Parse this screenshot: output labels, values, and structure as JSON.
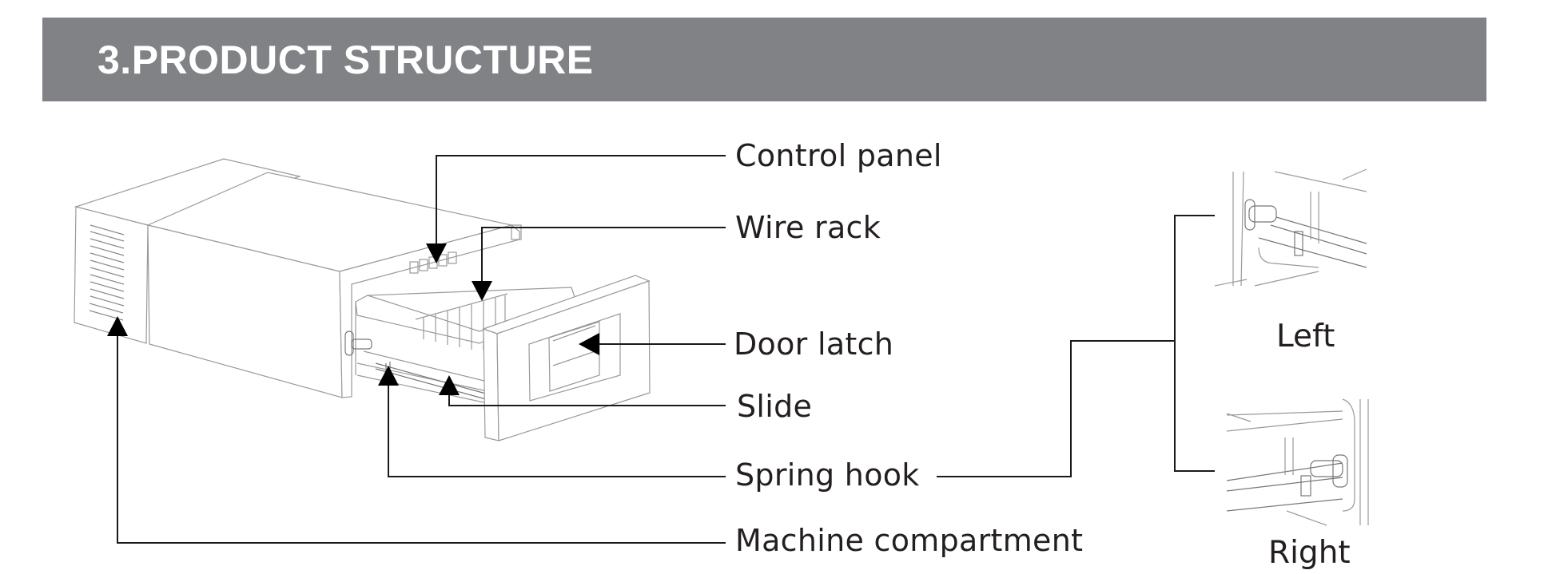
{
  "section": {
    "title": "3.PRODUCT STRUCTURE",
    "header_color": "#818285",
    "title_color": "#ffffff"
  },
  "parts": [
    {
      "id": "control-panel",
      "label": "Control panel"
    },
    {
      "id": "wire-rack",
      "label": "Wire rack"
    },
    {
      "id": "door-latch",
      "label": "Door latch"
    },
    {
      "id": "slide",
      "label": "Slide"
    },
    {
      "id": "spring-hook",
      "label": "Spring hook"
    },
    {
      "id": "machine-compartment",
      "label": "Machine compartment"
    }
  ],
  "detail_views": [
    {
      "id": "left",
      "caption": "Left"
    },
    {
      "id": "right",
      "caption": "Right"
    }
  ],
  "colors": {
    "line": "#1a1a1a",
    "drawing": "#9a9a9a"
  }
}
